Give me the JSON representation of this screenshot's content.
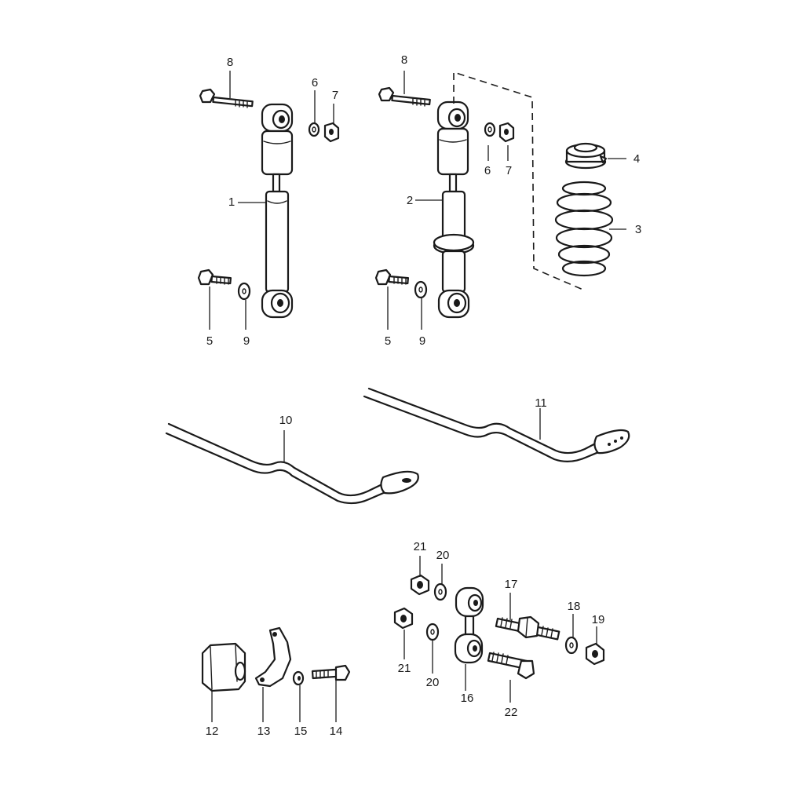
{
  "callouts": {
    "c1": "1",
    "c2": "2",
    "c3": "3",
    "c4": "4",
    "c5a": "5",
    "c5b": "5",
    "c6a": "6",
    "c6b": "6",
    "c7a": "7",
    "c7b": "7",
    "c8a": "8",
    "c8b": "8",
    "c9a": "9",
    "c9b": "9",
    "c10": "10",
    "c11": "11",
    "c12": "12",
    "c13": "13",
    "c14": "14",
    "c15": "15",
    "c16": "16",
    "c17": "17",
    "c18": "18",
    "c19": "19",
    "c20a": "20",
    "c20b": "20",
    "c21a": "21",
    "c21b": "21",
    "c22": "22"
  }
}
